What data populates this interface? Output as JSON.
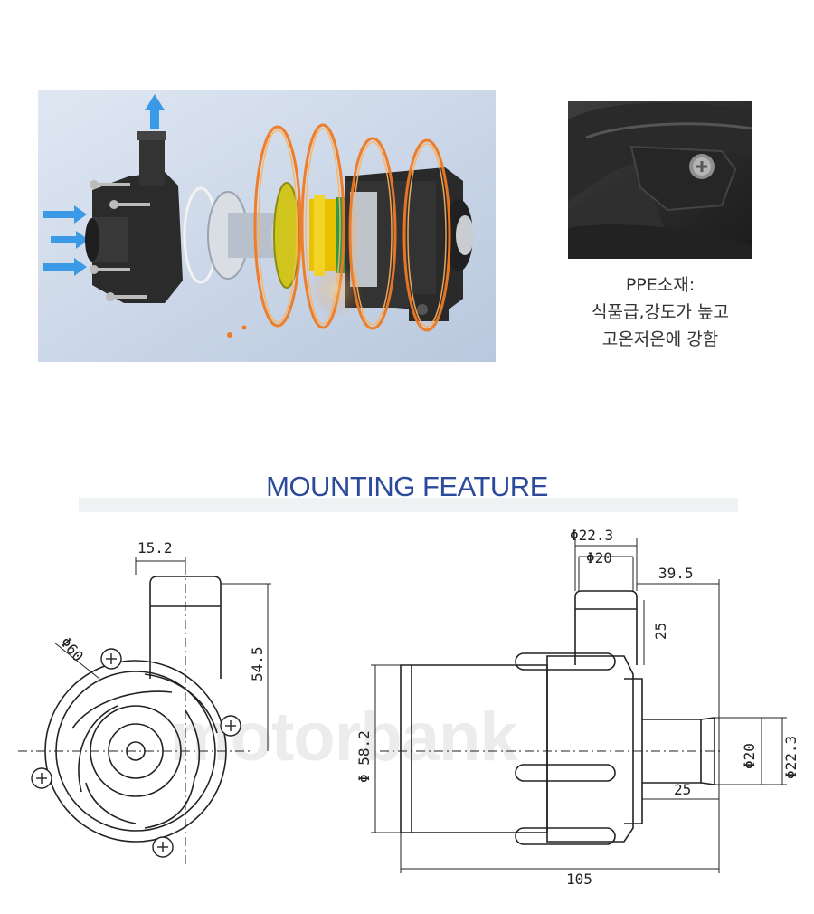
{
  "caption": {
    "lines": [
      "PPE소재:",
      "식품급,강도가 높고",
      "고온저온에 강함"
    ]
  },
  "section_title": "MOUNTING FEATURE",
  "watermark": "motorbank",
  "dimensions": {
    "front": {
      "width_label": "15.2",
      "diameter_label": "Φ60",
      "height_label": "54.5"
    },
    "side": {
      "outlet_outer": "Φ22.3",
      "outlet_inner": "Φ20",
      "outlet_offset": "39.5",
      "outlet_height": "25",
      "body_diameter": "Φ 58.2",
      "inlet_inner": "Φ20",
      "inlet_outer": "Φ22.3",
      "inlet_length": "25",
      "total_length": "105"
    }
  },
  "colors": {
    "title": "#2b4a9c",
    "background_panel": "#c9d6ea",
    "heat_rings": "#f07a22",
    "flow_arrows": "#2f8fe0",
    "pump_body": "#2a2a2a"
  },
  "icons": [
    "flow-arrow-icon",
    "heat-ring-icon",
    "screw-icon"
  ]
}
